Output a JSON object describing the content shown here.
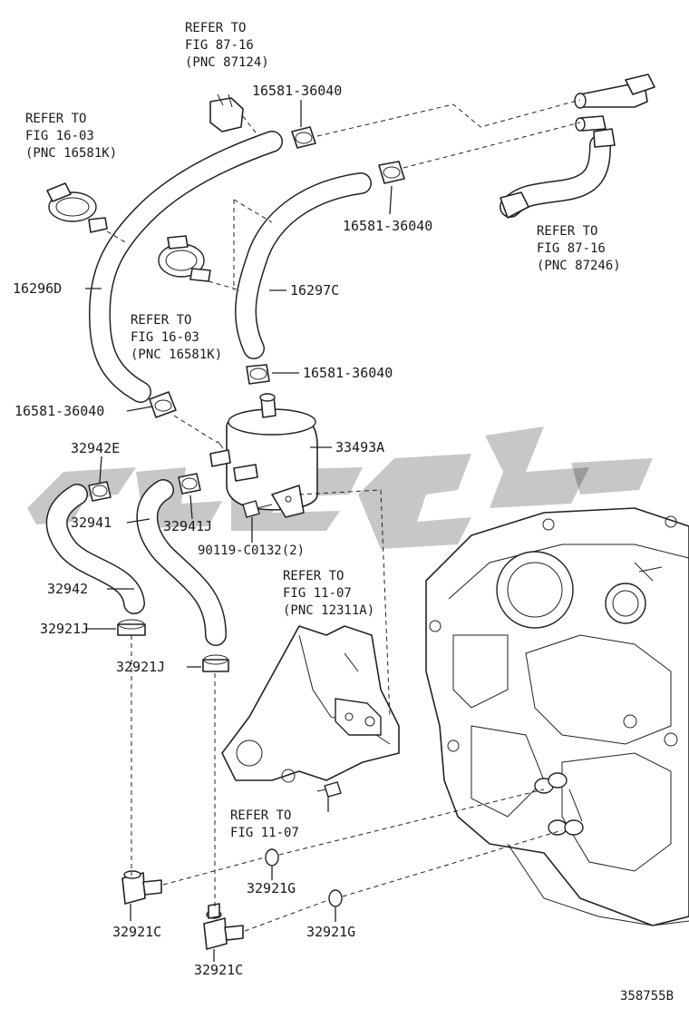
{
  "references": [
    {
      "id": "ref-87-16-top",
      "lines": [
        "REFER TO",
        "FIG 87-16",
        "(PNC 87124)"
      ]
    },
    {
      "id": "ref-16-03-left",
      "lines": [
        "REFER TO",
        "FIG 16-03",
        "(PNC 16581K)"
      ]
    },
    {
      "id": "ref-16-03-mid",
      "lines": [
        "REFER TO",
        "FIG 16-03",
        "(PNC 16581K)"
      ]
    },
    {
      "id": "ref-87-16-right",
      "lines": [
        "REFER TO",
        "FIG 87-16",
        "(PNC 87246)"
      ]
    },
    {
      "id": "ref-11-07-mid",
      "lines": [
        "REFER TO",
        "FIG 11-07",
        "(PNC 12311A)"
      ]
    },
    {
      "id": "ref-11-07-low",
      "lines": [
        "REFER TO",
        "FIG 11-07"
      ]
    }
  ],
  "parts": [
    {
      "id": "p1",
      "number": "16581-36040"
    },
    {
      "id": "p2",
      "number": "16581-36040"
    },
    {
      "id": "p3",
      "number": "16296D"
    },
    {
      "id": "p4",
      "number": "16297C"
    },
    {
      "id": "p5",
      "number": "16581-36040"
    },
    {
      "id": "p6",
      "number": "16581-36040"
    },
    {
      "id": "p7",
      "number": "32942E"
    },
    {
      "id": "p8",
      "number": "33493A"
    },
    {
      "id": "p9",
      "number": "32941"
    },
    {
      "id": "p10",
      "number": "32941J"
    },
    {
      "id": "p11",
      "number": "90119-C0132(2)"
    },
    {
      "id": "p12",
      "number": "32942"
    },
    {
      "id": "p13",
      "number": "32921J"
    },
    {
      "id": "p14",
      "number": "32921J"
    },
    {
      "id": "p15",
      "number": "32921G"
    },
    {
      "id": "p16",
      "number": "32921C"
    },
    {
      "id": "p17",
      "number": "32921G"
    },
    {
      "id": "p18",
      "number": "32921C"
    }
  ],
  "illustration_number": "358755B",
  "watermark": {
    "kind": "brand-logo-watermark",
    "color": "#000000"
  }
}
